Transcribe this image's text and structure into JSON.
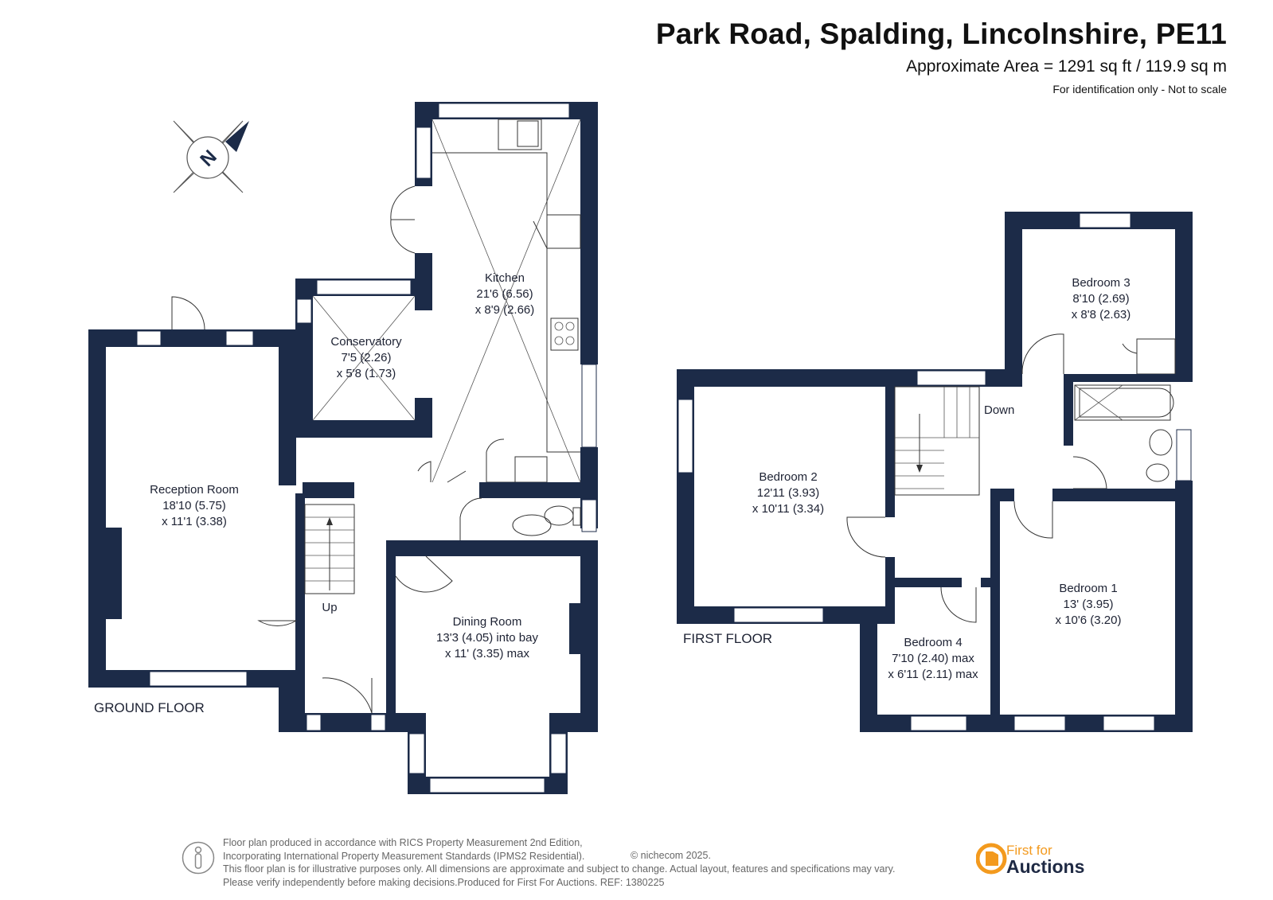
{
  "header": {
    "title": "Park Road, Spalding, Lincolnshire, PE11",
    "area": "Approximate Area = 1291 sq ft / 119.9 sq m",
    "note": "For identification only - Not to scale"
  },
  "compass": {
    "letter": "N"
  },
  "floors": {
    "ground": "GROUND FLOOR",
    "first": "FIRST FLOOR"
  },
  "rooms": {
    "kitchen": {
      "name": "Kitchen",
      "dim1": "21'6 (6.56)",
      "dim2": "x 8'9 (2.66)"
    },
    "conservatory": {
      "name": "Conservatory",
      "dim1": "7'5 (2.26)",
      "dim2": "x 5'8 (1.73)"
    },
    "reception": {
      "name": "Reception Room",
      "dim1": "18'10 (5.75)",
      "dim2": "x 11'1 (3.38)"
    },
    "dining": {
      "name": "Dining Room",
      "dim1": "13'3 (4.05) into bay",
      "dim2": "x 11' (3.35) max"
    },
    "bedroom1": {
      "name": "Bedroom 1",
      "dim1": "13' (3.95)",
      "dim2": "x 10'6 (3.20)"
    },
    "bedroom2": {
      "name": "Bedroom 2",
      "dim1": "12'11 (3.93)",
      "dim2": "x 10'11 (3.34)"
    },
    "bedroom3": {
      "name": "Bedroom 3",
      "dim1": "8'10 (2.69)",
      "dim2": "x 8'8 (2.63)"
    },
    "bedroom4": {
      "name": "Bedroom 4",
      "dim1": "7'10 (2.40) max",
      "dim2": "x 6'11 (2.11) max"
    }
  },
  "stairs": {
    "up": "Up",
    "down": "Down"
  },
  "footer": {
    "line1": "Floor plan produced in accordance with RICS Property Measurement 2nd Edition,",
    "line2": "Incorporating International Property Measurement Standards (IPMS2 Residential).",
    "copyright": "© nichecom 2025.",
    "line3": "This floor plan is for illustrative purposes only. All dimensions are approximate and subject to change. Actual layout, features and specifications may vary.",
    "line4": "Please verify independently before making decisions.Produced for First For Auctions.",
    "ref": "REF:  1380225"
  },
  "brand": {
    "line1": "First for",
    "line2": "Auctions"
  },
  "colors": {
    "wall": "#1c2b48",
    "accent": "#f39a1e"
  }
}
